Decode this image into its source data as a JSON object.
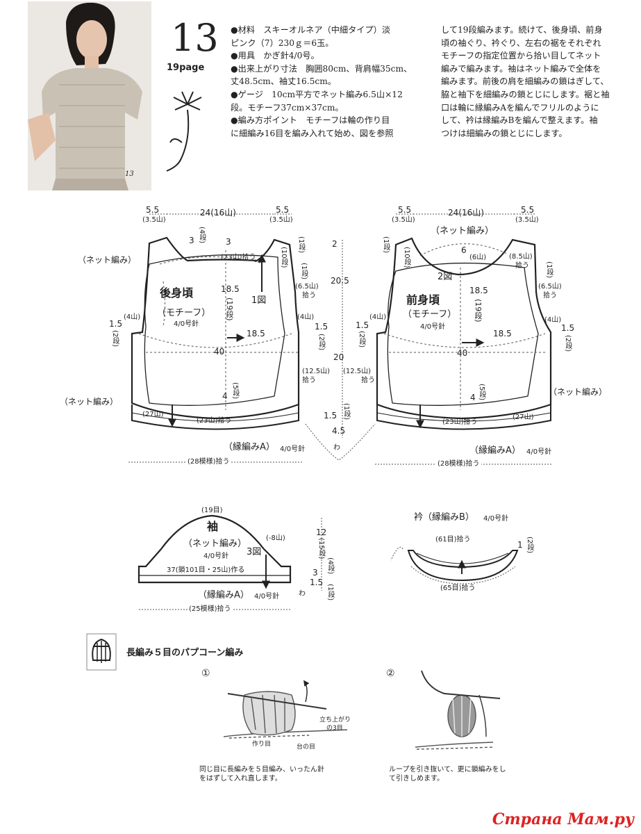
{
  "header": {
    "pattern_number": "13",
    "page_ref": "19page",
    "photo_caption": "13",
    "materials_col1": [
      "●材料　スキーオルネア（中細タイプ）淡",
      "ピンク（7）230ｇ＝6玉。",
      "●用具　かぎ針4/0号。",
      "●出来上がり寸法　胸囲80cm、背肩幅35cm、",
      "丈48.5cm、袖丈16.5cm。",
      "●ゲージ　10cm平方でネット編み6.5山×12",
      "段。モチーフ37cm×37cm。",
      "●編み方ポイント　モチーフは輪の作り目",
      "に細編み16目を編み入れて始め、図を参照"
    ],
    "materials_col2": [
      "して19段編みます。続けて、後身頃、前身",
      "頃の袖ぐり、衿ぐり、左右の裾をそれぞれ",
      "モチーフの指定位置から拾い目してネット",
      "編みで編みます。袖はネット編みで全体を",
      "編みます。前後の肩を細編みの鎖はぎして、",
      "脇と袖下を細編みの鎖とじにします。裾と袖",
      "口は輪に縁編みAを編んでフリルのように",
      "して、衿は縁編みBを編んで整えます。袖",
      "つけは細編みの鎖とじにします。"
    ]
  },
  "back": {
    "title": "後身頃",
    "subtitle": "（モチーフ）",
    "hook": "4/0号針",
    "fig": "1図",
    "net_top": "（ネット編み）",
    "net_bottom": "（ネット編み）",
    "shoulder_l": "5.5",
    "shoulder_l2": "(3.5山)",
    "neck_w": "24(16山)",
    "shoulder_r": "5.5",
    "shoulder_r2": "(3.5山)",
    "neck_depth": "3",
    "neck_rows": "(4段)",
    "neck_3": "3",
    "neck_pick": "(23山)拾う",
    "arm_rows1": "(1段)",
    "arm_rows2": "(10段)",
    "arm_rows3": "(1段)",
    "arm_pick": "(6.5山)",
    "arm_pick2": "拾う",
    "motif_h": "18.5",
    "motif_h2": "(19段)",
    "motif_w": "18.5",
    "width40": "40",
    "side_l": "1.5",
    "side_l2": "(2段)",
    "side_4l": "(4山)",
    "side_4r": "(4山)",
    "side_r": "1.5",
    "side_r2": "(2段)",
    "hem_pick": "(12.5山)",
    "hem_pick2": "拾う",
    "hem_4": "4",
    "hem_rows": "(5段)",
    "hem27": "(27山)",
    "hem23": "(23山)拾う",
    "edging": "（縁編みA）",
    "edging_hook": "4/0号針",
    "pattern28": "(28模様)拾う"
  },
  "center": {
    "d2": "2",
    "d205": "20.5",
    "d20": "20",
    "d15": "1.5",
    "r1": "(1段)",
    "d45": "4.5",
    "wa": "わ"
  },
  "front": {
    "title": "前身頃",
    "subtitle": "（モチーフ）",
    "hook": "4/0号針",
    "fig": "2図",
    "net_top": "（ネット編み）",
    "net_right": "（ネット編み）",
    "shoulder_l": "5.5",
    "shoulder_l2": "(3.5山)",
    "neck_w": "24(16山)",
    "shoulder_r": "5.5",
    "shoulder_r2": "(3.5山)",
    "neck_6": "6",
    "neck_pick": "(6山)",
    "neck_pick2": "(8.5山)",
    "neck_pick3": "拾う",
    "arm_rows1": "(1段)",
    "arm_rows2": "(10段)",
    "arm_rows3": "(1段)",
    "arm_pick": "(6.5山)",
    "arm_pick2": "拾う",
    "motif_h": "18.5",
    "motif_h2": "(19段)",
    "motif_w": "18.5",
    "width40": "40",
    "side_l": "1.5",
    "side_l2": "(2段)",
    "side_4l": "(4山)",
    "side_4r": "(4山)",
    "side_r": "1.5",
    "side_r2": "(2段)",
    "hem_pick": "(12.5山)",
    "hem_pick2": "拾う",
    "hem_4": "4",
    "hem_rows": "(5段)",
    "hem27": "(27山)",
    "hem23": "(23山)拾う",
    "edging": "（縁編みA）",
    "edging_hook": "4/0号針",
    "pattern28": "(28模様)拾う"
  },
  "sleeve": {
    "title": "袖",
    "subtitle": "（ネット編み）",
    "hook": "4/0号針",
    "fig": "3図",
    "top": "(19目)",
    "dec": "(-8山)",
    "h12": "12",
    "h15": "(15段)",
    "h3": "3",
    "h4": "(4段)",
    "h15b": "1.5",
    "r1": "(1段)",
    "wa": "わ",
    "base": "37(鎖101目・25山)作る",
    "edging": "（縁編みA）",
    "edging_hook": "4/0号針",
    "pattern25": "(25模様)拾う"
  },
  "collar": {
    "title": "衿（縁編みB）",
    "hook": "4/0号針",
    "top": "(61目)拾う",
    "bottom": "(65目)拾う",
    "n1": "1",
    "rows": "(2段)"
  },
  "popcorn": {
    "title": "長編み５目のパプコーン編み",
    "step1": "①",
    "step2": "②",
    "tachiagari": "立ち上がり",
    "tachiagari2": "の3目",
    "tsukurime": "作り目",
    "dai": "台の目",
    "cap1a": "同じ目に長編みを５目編み、いったん針",
    "cap1b": "をはずして入れ直します。",
    "cap2a": "ループを引き抜いて、更に鎖編みをし",
    "cap2b": "て引きしめます。"
  },
  "watermark": "Страна Мам.ру"
}
